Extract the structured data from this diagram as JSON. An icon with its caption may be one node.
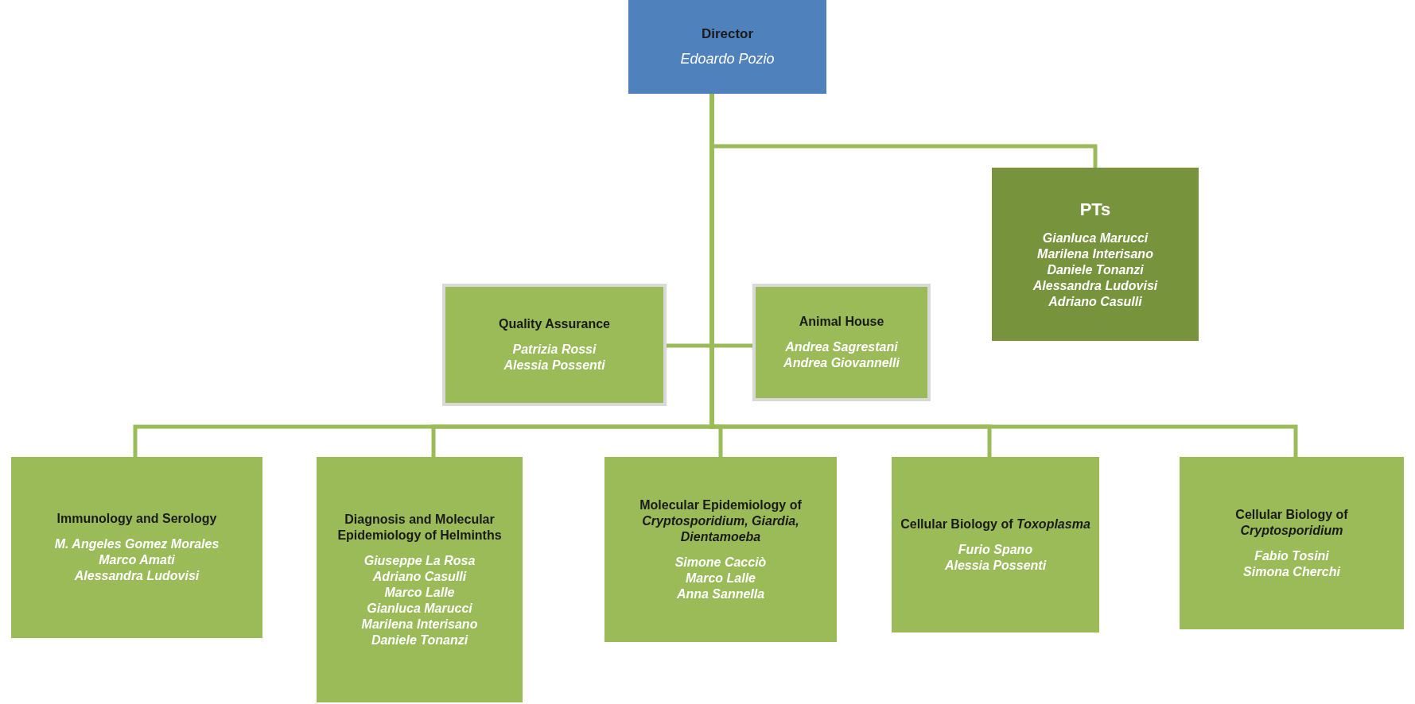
{
  "diagram": {
    "nodes": [
      {
        "text": [
          "Director",
          "Edoardo Pozio"
        ]
      },
      {
        "text": [
          "PTs",
          "Gianluca Marucci",
          "Marilena Interisano",
          "Daniele Tonanzi",
          "Alessandra Ludovisi",
          "Adriano Casulli"
        ]
      },
      {
        "text": [
          "Quality Assurance",
          "Patrizia Rossi",
          "Alessia Possenti"
        ]
      },
      {
        "text": [
          "Animal House",
          "Andrea Sagrestani",
          "Andrea Giovannelli"
        ]
      },
      {
        "text": [
          "Immunology and Serology",
          "M. Angeles Gomez Morales",
          "Marco Amati",
          "Alessandra Ludovisi"
        ]
      },
      {
        "text": [
          "Diagnosis and Molecular Epidemiology of Helminths",
          "Giuseppe La Rosa",
          "Adriano Casulli",
          "Marco Lalle",
          "Gianluca Marucci",
          "Marilena Interisano",
          "Daniele Tonanzi"
        ]
      },
      {
        "text": [
          "Molecular Epidemiology of *Cryptosporidium, Giardia, Dientamoeba*",
          "Simone Cacciò",
          "Marco Lalle",
          "Anna Sannella"
        ]
      },
      {
        "text": [
          "Cellular Biology of *Toxoplasma*",
          "Furio Spano",
          "Alessia Possenti"
        ]
      },
      {
        "text": [
          "Cellular Biology of *Cryptosporidium*",
          "Fabio Tosini",
          "Simona Cherchi"
        ]
      }
    ],
    "edges": [
      {
        "from": 0,
        "to": 1,
        "arrow": "none"
      },
      {
        "from": 0,
        "to": 2,
        "arrow": "none"
      },
      {
        "from": 0,
        "to": 3,
        "arrow": "none"
      },
      {
        "from": 0,
        "to": 4,
        "arrow": "none"
      },
      {
        "from": 0,
        "to": 5,
        "arrow": "none"
      },
      {
        "from": 0,
        "to": 6,
        "arrow": "none"
      },
      {
        "from": 0,
        "to": 7,
        "arrow": "none"
      },
      {
        "from": 0,
        "to": 8,
        "arrow": "none"
      }
    ]
  }
}
